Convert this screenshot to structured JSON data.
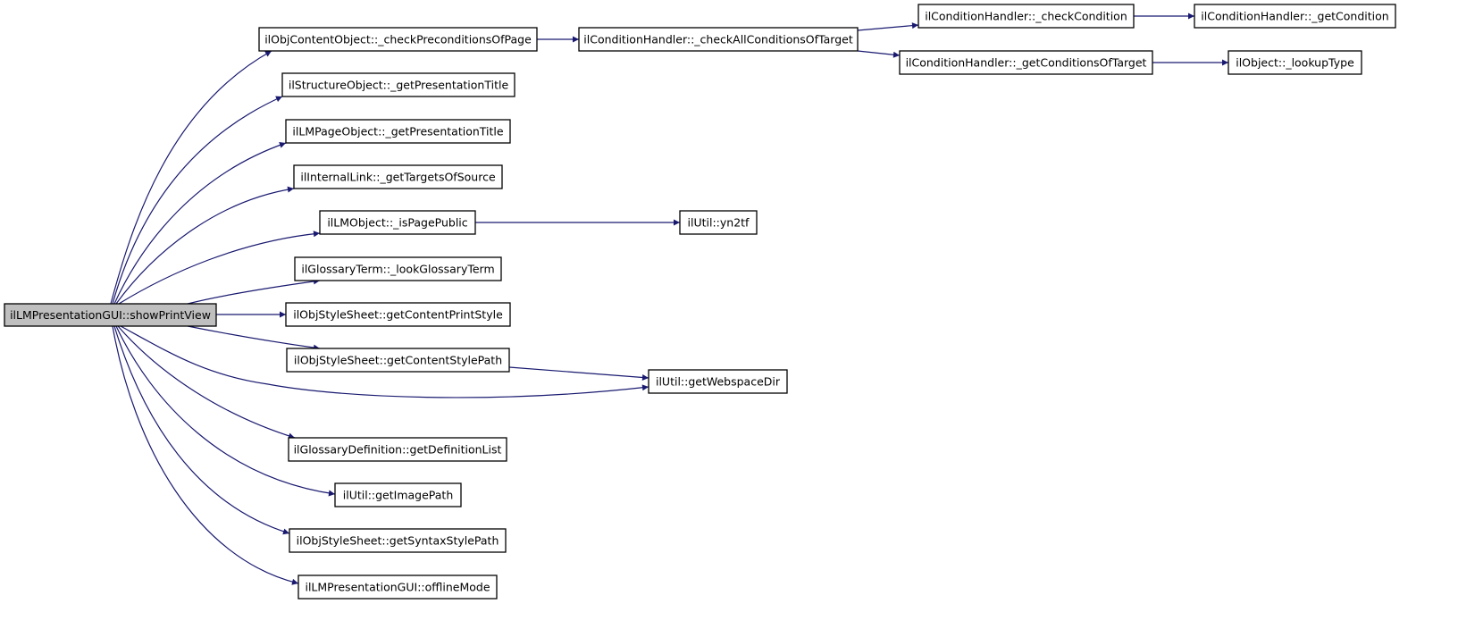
{
  "nodes": [
    {
      "id": "n_main",
      "label": "ilLMPresentationGUI::showPrintView",
      "highlighted": true
    },
    {
      "id": "n_checkPrecond",
      "label": "ilObjContentObject::_checkPreconditionsOfPage"
    },
    {
      "id": "n_checkAll",
      "label": "ilConditionHandler::_checkAllConditionsOfTarget"
    },
    {
      "id": "n_checkCond",
      "label": "ilConditionHandler::_checkCondition"
    },
    {
      "id": "n_getCond",
      "label": "ilConditionHandler::_getCondition"
    },
    {
      "id": "n_getCondsTarget",
      "label": "ilConditionHandler::_getConditionsOfTarget"
    },
    {
      "id": "n_lookupType",
      "label": "ilObject::_lookupType"
    },
    {
      "id": "n_structTitle",
      "label": "ilStructureObject::_getPresentationTitle"
    },
    {
      "id": "n_lmPageTitle",
      "label": "ilLMPageObject::_getPresentationTitle"
    },
    {
      "id": "n_internalLink",
      "label": "ilInternalLink::_getTargetsOfSource"
    },
    {
      "id": "n_isPagePublic",
      "label": "ilLMObject::_isPagePublic"
    },
    {
      "id": "n_yn2tf",
      "label": "ilUtil::yn2tf"
    },
    {
      "id": "n_lookGlossary",
      "label": "ilGlossaryTerm::_lookGlossaryTerm"
    },
    {
      "id": "n_printStyle",
      "label": "ilObjStyleSheet::getContentPrintStyle"
    },
    {
      "id": "n_contentStylePath",
      "label": "ilObjStyleSheet::getContentStylePath"
    },
    {
      "id": "n_webspaceDir",
      "label": "ilUtil::getWebspaceDir"
    },
    {
      "id": "n_defList",
      "label": "ilGlossaryDefinition::getDefinitionList"
    },
    {
      "id": "n_imagePath",
      "label": "ilUtil::getImagePath"
    },
    {
      "id": "n_syntaxStyle",
      "label": "ilObjStyleSheet::getSyntaxStylePath"
    },
    {
      "id": "n_offline",
      "label": "ilLMPresentationGUI::offlineMode"
    }
  ],
  "edges": [
    {
      "from": "n_main",
      "to": "n_checkPrecond"
    },
    {
      "from": "n_main",
      "to": "n_structTitle"
    },
    {
      "from": "n_main",
      "to": "n_lmPageTitle"
    },
    {
      "from": "n_main",
      "to": "n_internalLink"
    },
    {
      "from": "n_main",
      "to": "n_isPagePublic"
    },
    {
      "from": "n_main",
      "to": "n_lookGlossary"
    },
    {
      "from": "n_main",
      "to": "n_printStyle"
    },
    {
      "from": "n_main",
      "to": "n_contentStylePath"
    },
    {
      "from": "n_main",
      "to": "n_webspaceDir"
    },
    {
      "from": "n_main",
      "to": "n_defList"
    },
    {
      "from": "n_main",
      "to": "n_imagePath"
    },
    {
      "from": "n_main",
      "to": "n_syntaxStyle"
    },
    {
      "from": "n_main",
      "to": "n_offline"
    },
    {
      "from": "n_checkPrecond",
      "to": "n_checkAll"
    },
    {
      "from": "n_checkAll",
      "to": "n_checkCond"
    },
    {
      "from": "n_checkAll",
      "to": "n_getCondsTarget"
    },
    {
      "from": "n_checkCond",
      "to": "n_getCond"
    },
    {
      "from": "n_getCondsTarget",
      "to": "n_lookupType"
    },
    {
      "from": "n_isPagePublic",
      "to": "n_yn2tf"
    },
    {
      "from": "n_contentStylePath",
      "to": "n_webspaceDir"
    }
  ],
  "colors": {
    "edge": "#191970",
    "node_fill": "#ffffff",
    "node_highlight_fill": "#bfbfbf",
    "node_border": "#000000",
    "text": "#000000"
  }
}
